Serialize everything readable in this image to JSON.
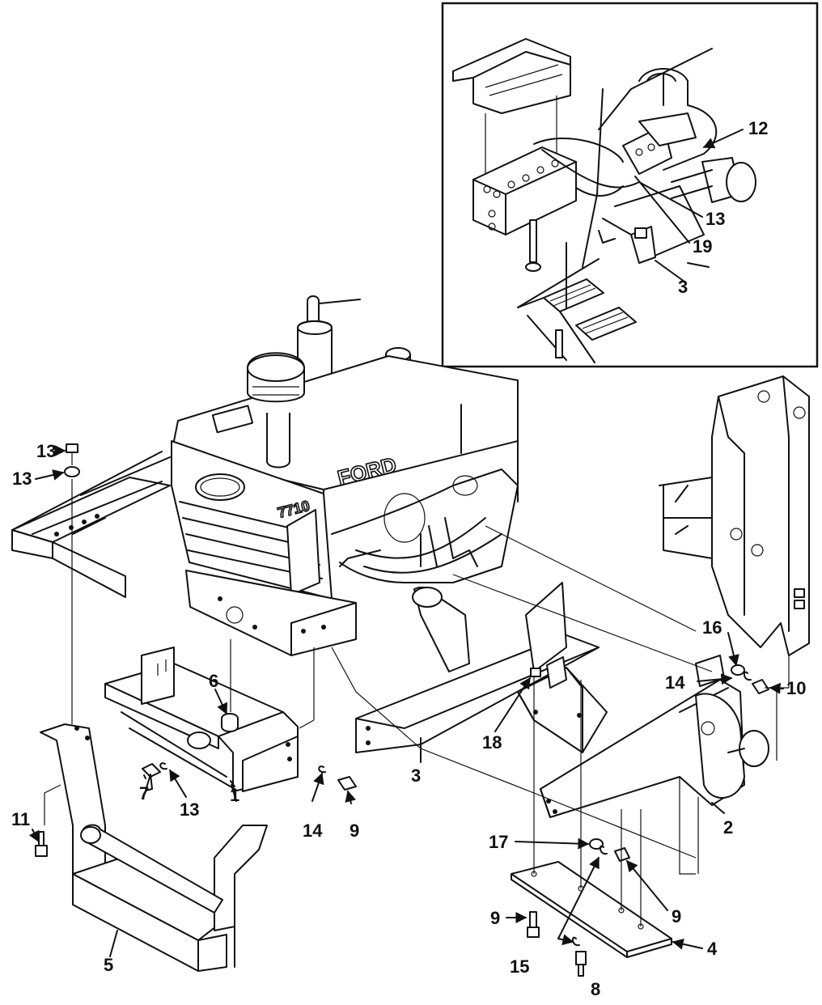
{
  "brand": {
    "grille_text": "FORD",
    "model_text": "7710"
  },
  "callouts": [
    {
      "id": "c1",
      "label": "1"
    },
    {
      "id": "c2",
      "label": "2"
    },
    {
      "id": "c3a",
      "label": "3"
    },
    {
      "id": "c3b",
      "label": "3"
    },
    {
      "id": "c4",
      "label": "4"
    },
    {
      "id": "c5",
      "label": "5"
    },
    {
      "id": "c6",
      "label": "6"
    },
    {
      "id": "c7",
      "label": "7"
    },
    {
      "id": "c8",
      "label": "8"
    },
    {
      "id": "c9a",
      "label": "9"
    },
    {
      "id": "c9b",
      "label": "9"
    },
    {
      "id": "c9c",
      "label": "9"
    },
    {
      "id": "c10",
      "label": "10"
    },
    {
      "id": "c11",
      "label": "11"
    },
    {
      "id": "c12",
      "label": "12"
    },
    {
      "id": "c13a",
      "label": "13"
    },
    {
      "id": "c13b",
      "label": "13"
    },
    {
      "id": "c13c",
      "label": "13"
    },
    {
      "id": "c13d",
      "label": "13"
    },
    {
      "id": "c14a",
      "label": "14"
    },
    {
      "id": "c14b",
      "label": "14"
    },
    {
      "id": "c15",
      "label": "15"
    },
    {
      "id": "c16",
      "label": "16"
    },
    {
      "id": "c17",
      "label": "17"
    },
    {
      "id": "c18",
      "label": "18"
    },
    {
      "id": "c19",
      "label": "19"
    }
  ]
}
